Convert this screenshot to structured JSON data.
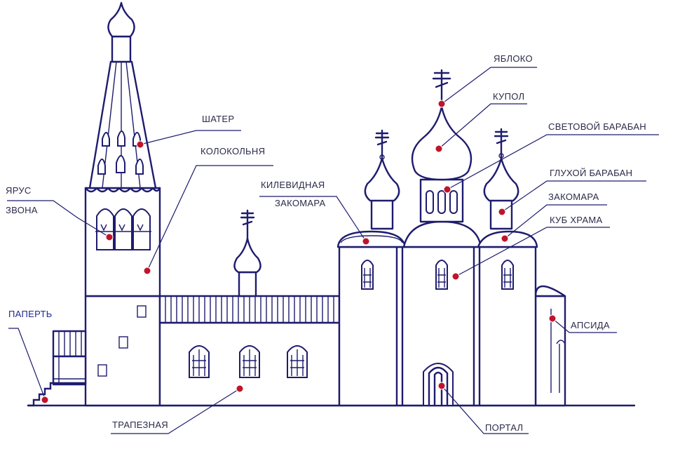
{
  "labels": {
    "yabloko": "ЯБЛОКО",
    "kupol": "КУПОЛ",
    "svetovoy_baraban": "СВЕТОВОЙ БАРАБАН",
    "glukhoy_baraban": "ГЛУХОЙ БАРАБАН",
    "zakomara": "ЗАКОМАРА",
    "kub_khrama": "КУБ ХРАМА",
    "apsida": "АПСИДА",
    "portal": "ПОРТАЛ",
    "trapeznaya": "ТРАПЕЗНАЯ",
    "paperth": "ПАПЕРТЬ",
    "yarus_line1": "ЯРУС",
    "yarus_line2": "ЗВОНА",
    "shater": "ШАТЕР",
    "kolokolnya": "КОЛОКОЛЬНЯ",
    "kilevidnaya_line1": "КИЛЕВИДНАЯ",
    "kilevidnaya_line2": "ЗАКОМАРА"
  },
  "colors": {
    "outline": "#1e1c6e",
    "marker": "#c0142a",
    "highlight_label": "#1e2a8c"
  }
}
